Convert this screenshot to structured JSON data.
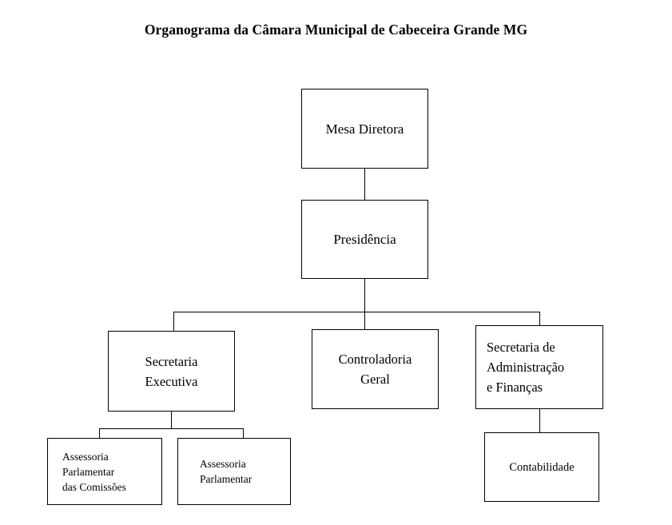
{
  "document": {
    "title": "Organograma da Câmara Municipal de Cabeceira Grande MG",
    "background_color": "#ffffff",
    "line_color": "#000000",
    "text_color": "#000000"
  },
  "chart_data": {
    "type": "diagram",
    "diagram_kind": "organizational-chart",
    "title": "Organograma da Câmara Municipal de Cabeceira Grande MG",
    "orientation": "top-down",
    "nodes": [
      {
        "id": "mesa-diretora",
        "label": "Mesa Diretora",
        "level": 1
      },
      {
        "id": "presidencia",
        "label": "Presidência",
        "level": 2
      },
      {
        "id": "secretaria-executiva",
        "label": "Secretaria\nExecutiva",
        "level": 3
      },
      {
        "id": "controladoria-geral",
        "label": "Controladoria\nGeral",
        "level": 3
      },
      {
        "id": "secretaria-admin",
        "label": "Secretaria de\nAdministração\ne Finanças",
        "level": 3
      },
      {
        "id": "assessoria-comissoes",
        "label": "Assessoria\nParlamentar\ndas Comissões",
        "level": 4
      },
      {
        "id": "assessoria-parlamentar",
        "label": "Assessoria\nParlamentar",
        "level": 4
      },
      {
        "id": "contabilidade",
        "label": "Contabilidade",
        "level": 4
      }
    ],
    "edges": [
      {
        "from": "mesa-diretora",
        "to": "presidencia"
      },
      {
        "from": "presidencia",
        "to": "secretaria-executiva"
      },
      {
        "from": "presidencia",
        "to": "controladoria-geral"
      },
      {
        "from": "presidencia",
        "to": "secretaria-admin"
      },
      {
        "from": "secretaria-executiva",
        "to": "assessoria-comissoes"
      },
      {
        "from": "secretaria-executiva",
        "to": "assessoria-parlamentar"
      },
      {
        "from": "secretaria-admin",
        "to": "contabilidade"
      }
    ]
  }
}
